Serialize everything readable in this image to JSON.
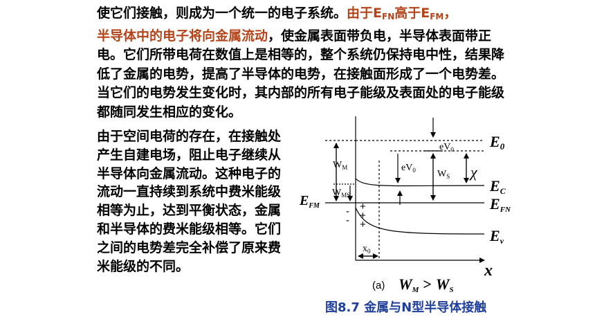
{
  "paragraph1": {
    "line1_text": "使它们接触，则成为一个统一的电子系统。",
    "line1_hl_a": "由于E",
    "line1_hl_sub_a": "FN",
    "line1_hl_b": "高于E",
    "line1_hl_sub_b": "FM",
    "line1_hl_c": "，",
    "line2_hl": "半导体中的电子将向金属流动",
    "line2_text": "，使金属表面带负电，半导体表",
    "rest": "面带正电。它们所带电荷在数值上是相等的，整个系统仍保持电中性，结果降低了金属的电势，提高了半导体的电势，在接触面形成了一个电势差。当它们的电势发生变化时，其内部的所有电子能级及表面处的电子能级都随同发生相应的变化。"
  },
  "paragraph2": "由于空间电荷的存在，在接触处产生自建电场，阻止电子继续从半导体向金属流动。这种电子的流动一直持续到系统中费米能级相等为止，达到平衡状态，金属和半导体的费米能级相等。它们之间的电势差完全补偿了原来费米能级的不同。",
  "diagram": {
    "labels": {
      "E0": "E",
      "E0_sub": "0",
      "Ec": "E",
      "Ec_sub": "C",
      "EFN": "E",
      "EFN_sub": "FN",
      "Ev": "E",
      "Ev_sub": "v",
      "EFM": "E",
      "EFM_sub": "FM",
      "WM": "W",
      "WM_sub": "M",
      "WMS": "W",
      "WMS_sub": "MS",
      "WS": "W",
      "WS_sub": "S",
      "eV0_top": "eV",
      "eV0_top_sub": "0",
      "eV0_mid": "eV",
      "eV0_mid_sub": "0",
      "chi": "χ",
      "x0": "x",
      "x0_sub": "0",
      "x_axis": "x",
      "minus_signs": [
        "-",
        "-",
        "-"
      ],
      "plus_signs": [
        "+",
        "+",
        "+"
      ]
    },
    "subcaption": {
      "prefix": "(a)",
      "W_left": "W",
      "W_left_sub": "M",
      "op": ">",
      "W_right": "W",
      "W_right_sub": "S"
    }
  },
  "caption": "图8.7  金属与N型半导体接触"
}
